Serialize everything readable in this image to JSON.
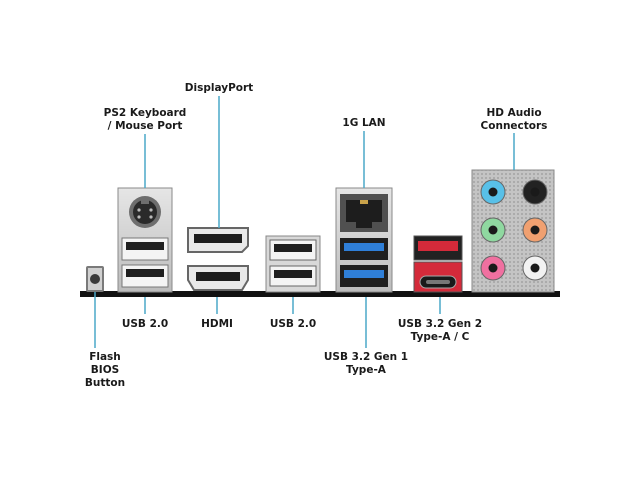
{
  "labels": {
    "ps2": [
      "PS2 Keyboard",
      "/ Mouse Port"
    ],
    "displayport": [
      "DisplayPort"
    ],
    "lan": [
      "1G LAN"
    ],
    "hd_audio": [
      "HD Audio",
      "Connectors"
    ],
    "usb20_left": [
      "USB 2.0"
    ],
    "hdmi": [
      "HDMI"
    ],
    "usb20_mid": [
      "USB 2.0"
    ],
    "usb32_gen2": [
      "USB 3.2 Gen 2",
      "Type-A / C"
    ],
    "flash_bios": [
      "Flash",
      "BIOS",
      "Button"
    ],
    "usb32_gen1": [
      "USB 3.2 Gen 1",
      "Type-A"
    ]
  },
  "colors": {
    "leader": "#4aa8c8",
    "usb3": "#2f7fd8",
    "usb_gen2": "#d42a3a",
    "audio_blue": "#58c0e8",
    "audio_black": "#222222",
    "audio_green": "#8fd8a0",
    "audio_orange": "#f0a070",
    "audio_pink": "#f070a0",
    "audio_white": "#f2f2f2"
  }
}
